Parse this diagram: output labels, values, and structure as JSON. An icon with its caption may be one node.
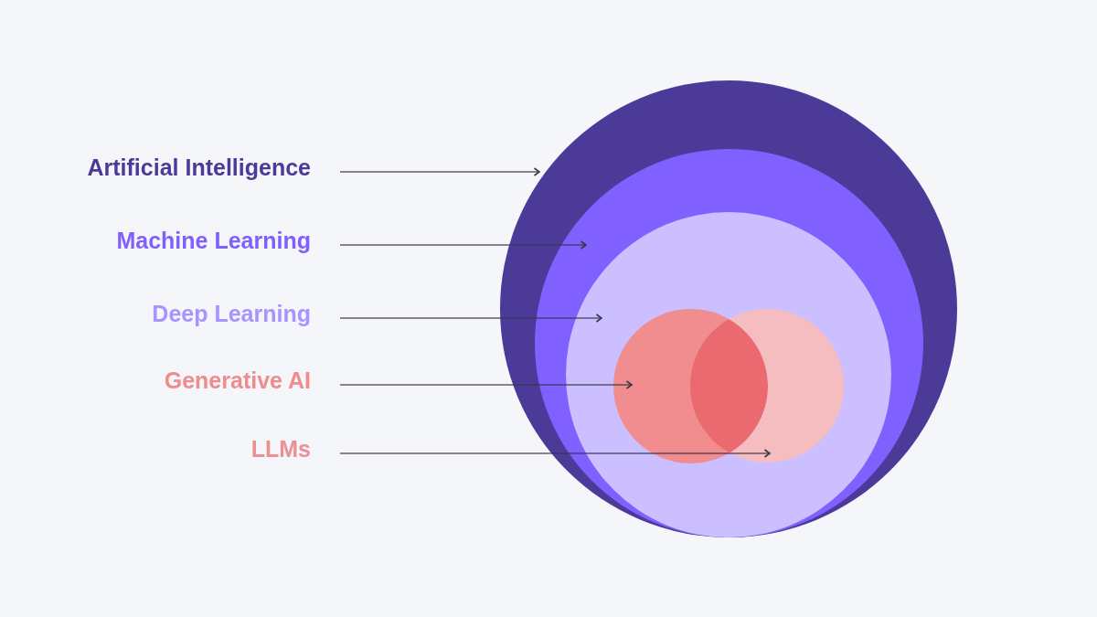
{
  "diagram": {
    "nodes": [
      {
        "text": [
          "Artificial Intelligence"
        ]
      },
      {
        "text": [
          "Machine Learning"
        ]
      },
      {
        "text": [
          "Deep Learning"
        ]
      },
      {
        "text": [
          "Generative AI"
        ]
      },
      {
        "text": [
          "LLMs"
        ]
      },
      {
        "text": [],
        "shape": "circle"
      },
      {
        "text": [],
        "shape": "circle",
        "in": 5
      },
      {
        "text": [],
        "shape": "circle",
        "in": 6
      },
      {
        "text": [],
        "shape": "circle",
        "in": 7
      },
      {
        "text": [],
        "shape": "circle",
        "in": 7
      }
    ],
    "edges": [
      {
        "from": 0,
        "to": 5,
        "arrow": "to"
      },
      {
        "from": 1,
        "to": 6,
        "arrow": "to"
      },
      {
        "from": 2,
        "to": 7,
        "arrow": "to"
      },
      {
        "from": 3,
        "to": 8,
        "arrow": "to"
      },
      {
        "from": 4,
        "to": 9,
        "arrow": "to"
      }
    ]
  }
}
